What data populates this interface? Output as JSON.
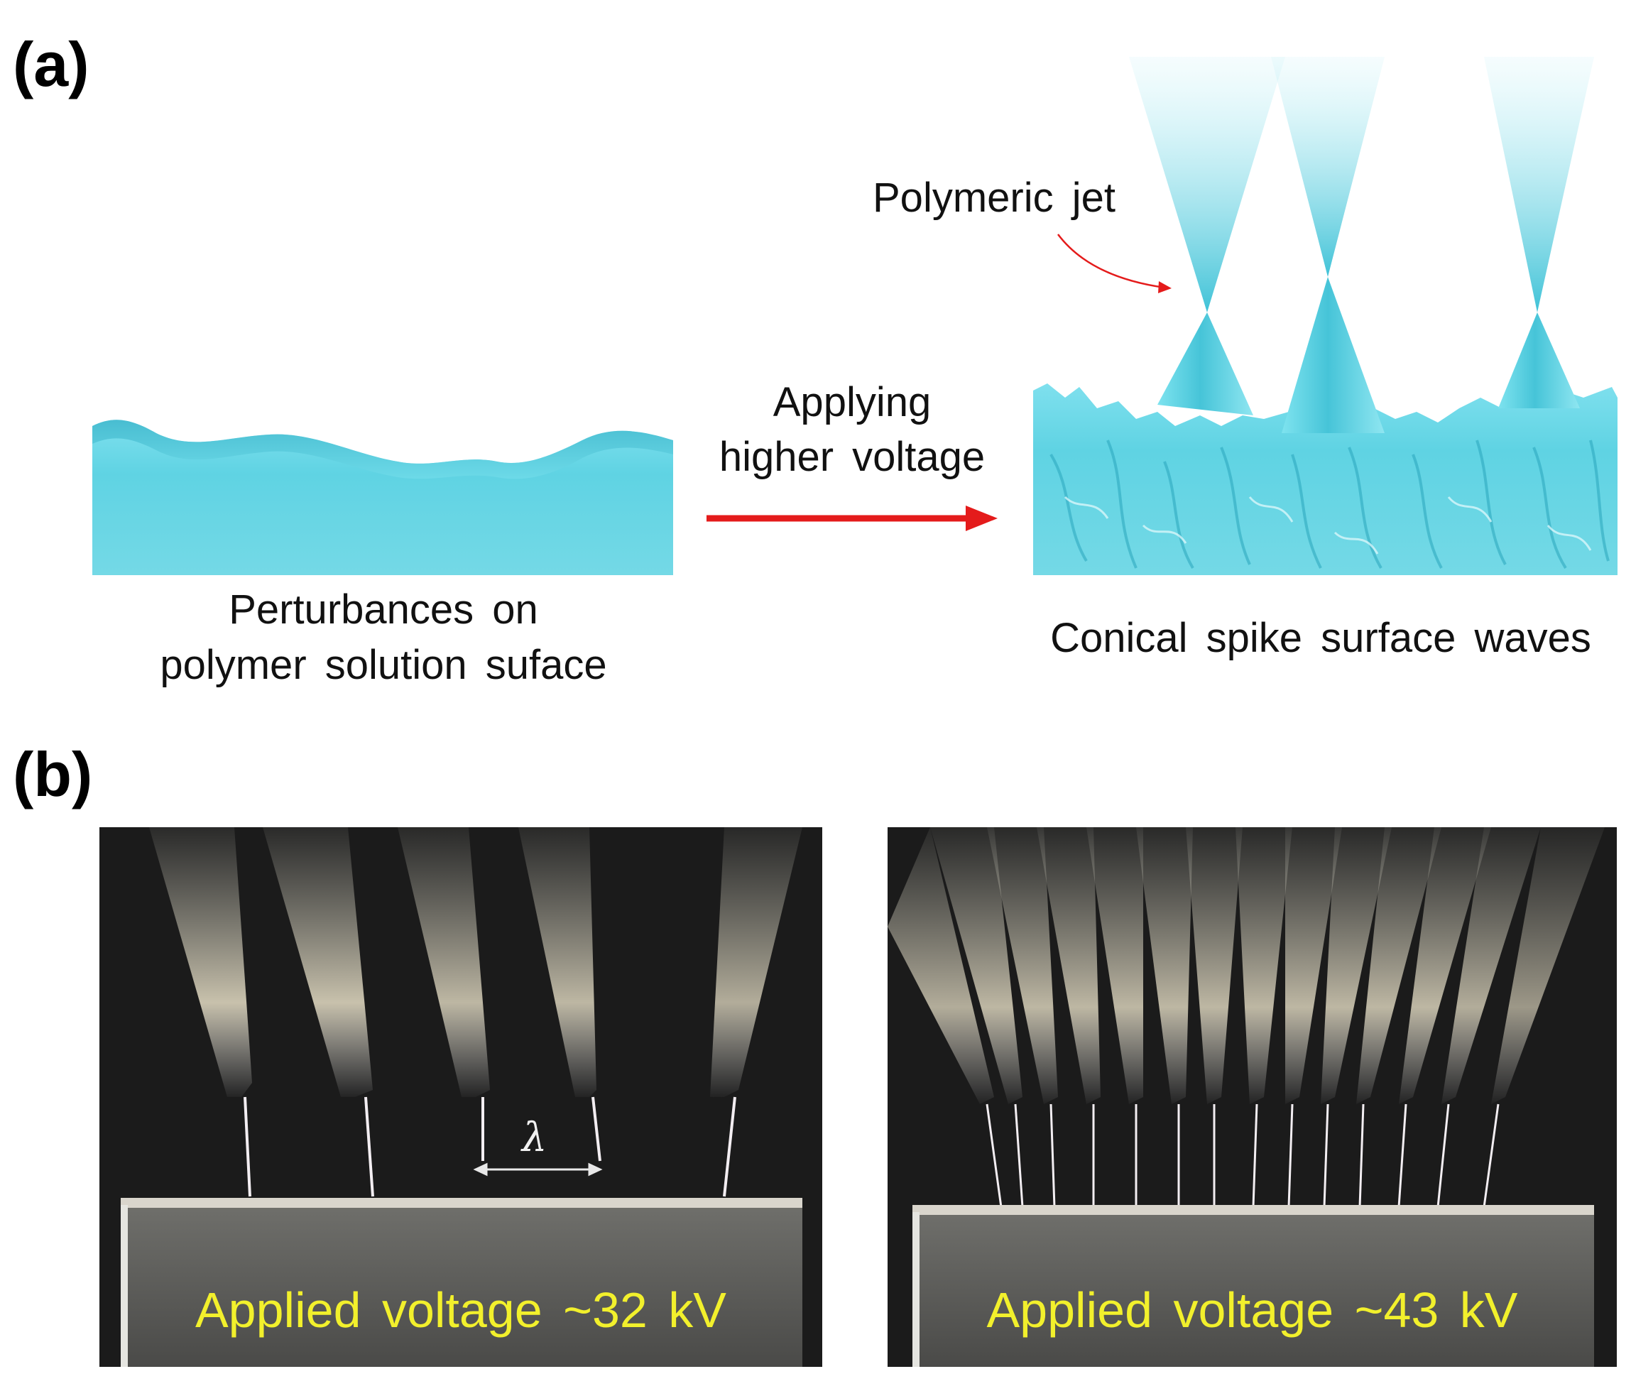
{
  "panel_a": {
    "label": "(a)",
    "jet_label": "Polymeric jet",
    "arrow_label_line1": "Applying",
    "arrow_label_line2": "higher voltage",
    "left_caption_line1": "Perturbances on",
    "left_caption_line2": "polymer solution suface",
    "right_caption": "Conical spike surface waves",
    "fluid_color": "#5fd3e3",
    "arrow_color": "#e41b1b"
  },
  "panel_b": {
    "label": "(b)",
    "wavelength_symbol": "λ",
    "left_photo_caption": "Applied voltage ~32 kV",
    "right_photo_caption": "Applied voltage ~43 kV",
    "caption_color": "#f2f02c"
  }
}
